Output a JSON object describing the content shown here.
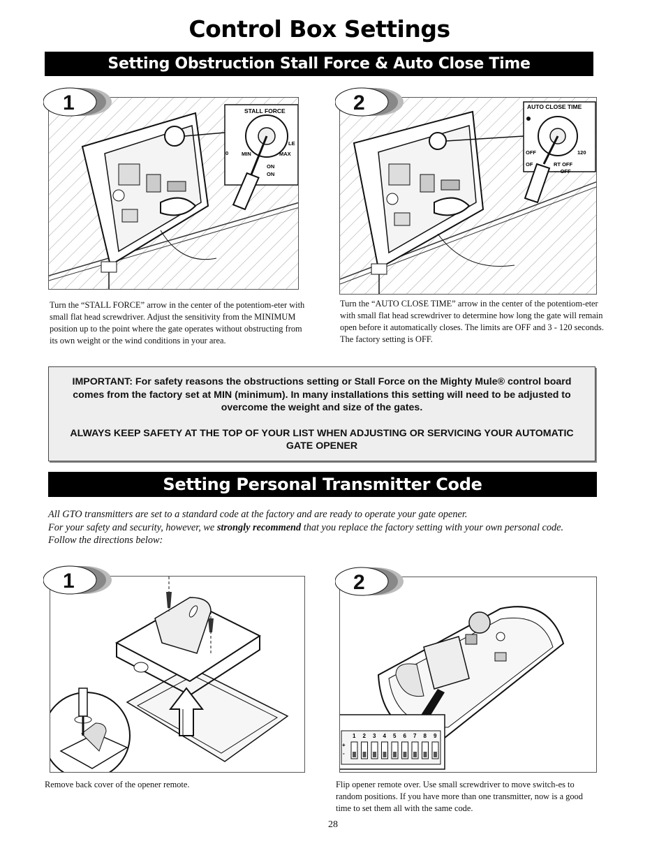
{
  "page": {
    "title": "Control Box Settings",
    "number": "28"
  },
  "section1": {
    "heading": "Setting Obstruction Stall Force & Auto Close Time",
    "step1": {
      "badge": "1",
      "labels": {
        "stall_force": "STALL  FORCE",
        "min": "MIN",
        "max": "MAX",
        "on1": "ON",
        "on2": "ON",
        "le": "LE",
        "zero": "0"
      },
      "caption": "Turn the “STALL FORCE” arrow in the center of the potentiom-eter with small flat head screwdriver. Adjust the sensitivity from the MINIMUM position up to the point where the gate operates without obstructing from its own weight or the wind conditions in your area."
    },
    "step2": {
      "badge": "2",
      "labels": {
        "auto_close_time": "AUTO CLOSE TIME",
        "off": "OFF",
        "max": "120",
        "of": "OF",
        "rt_off": "RT  OFF",
        "off2": "— OFF"
      },
      "caption": "Turn the “AUTO CLOSE TIME” arrow in the center of the potentiom-eter with small flat head screwdriver to determine how long the gate will remain open before it automatically closes.  The limits are OFF and 3 - 120 seconds. The factory setting is OFF."
    }
  },
  "important": {
    "paragraph1": "IMPORTANT: For safety reasons the obstructions setting or Stall Force on the Mighty Mule® control board comes from the factory set at MIN (minimum). In many installations this setting will need to be adjusted to overcome the weight and size of the gates.",
    "paragraph2": "ALWAYS KEEP SAFETY AT THE TOP OF YOUR LIST WHEN ADJUSTING OR SERVICING YOUR AUTOMATIC GATE OPENER"
  },
  "section2": {
    "heading": "Setting Personal Transmitter Code",
    "intro_line1": "All GTO transmitters are set to a standard code at the factory and are ready to operate your gate opener.",
    "intro_line2_pre": "For your safety and security, however, we ",
    "intro_line2_bold": "strongly recommend",
    "intro_line2_post": " that you replace the factory setting with your own personal code.",
    "intro_line3": "Follow the directions below:",
    "step1": {
      "badge": "1",
      "caption": "Remove back cover of the opener remote."
    },
    "step2": {
      "badge": "2",
      "dip_numbers": [
        "1",
        "2",
        "3",
        "4",
        "5",
        "6",
        "7",
        "8",
        "9"
      ],
      "plus": "+",
      "minus": "-",
      "caption": "Flip opener remote over. Use small screwdriver to move switch-es to random positions. If you have more than one transmitter, now is a good time to set them all with the same code."
    }
  }
}
